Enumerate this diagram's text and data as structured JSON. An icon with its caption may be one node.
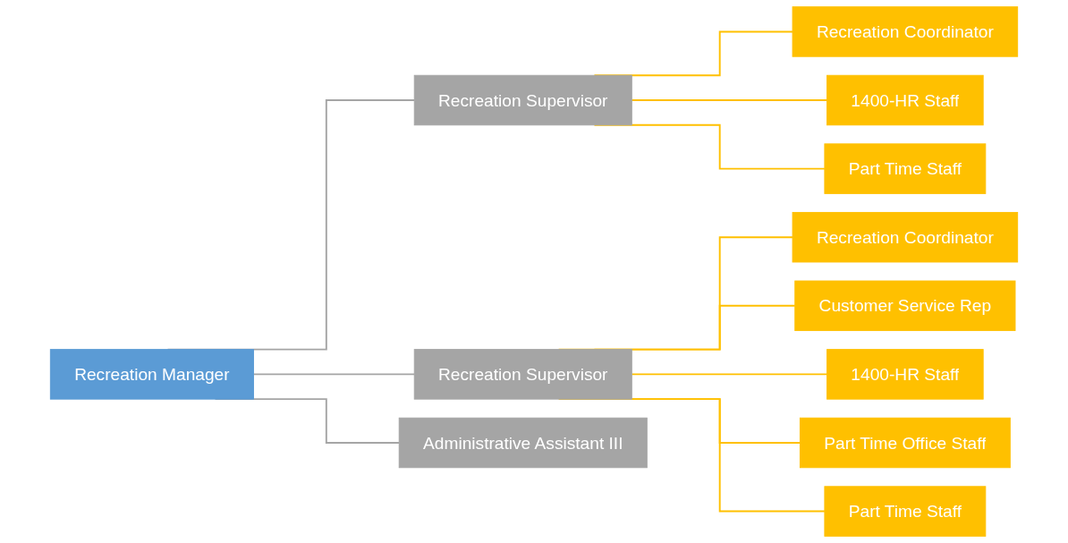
{
  "diagram": {
    "nodes": [
      {
        "text": [
          "Recreation Manager"
        ]
      },
      {
        "text": [
          "Recreation Supervisor"
        ]
      },
      {
        "text": [
          "Recreation Supervisor"
        ]
      },
      {
        "text": [
          "Administrative Assistant III"
        ]
      },
      {
        "text": [
          "Recreation Coordinator"
        ]
      },
      {
        "text": [
          "1400-HR Staff"
        ]
      },
      {
        "text": [
          "Part Time Staff"
        ]
      },
      {
        "text": [
          "Recreation Coordinator"
        ]
      },
      {
        "text": [
          "Customer Service Rep"
        ]
      },
      {
        "text": [
          "1400-HR Staff"
        ]
      },
      {
        "text": [
          "Part Time Office Staff"
        ]
      },
      {
        "text": [
          "Part Time Staff"
        ]
      }
    ],
    "edges": [
      {
        "from": 0,
        "to": 1,
        "arrow": "none",
        "color": "#a5a5a5"
      },
      {
        "from": 0,
        "to": 2,
        "arrow": "none",
        "color": "#a5a5a5"
      },
      {
        "from": 0,
        "to": 3,
        "arrow": "none",
        "color": "#a5a5a5"
      },
      {
        "from": 1,
        "to": 4,
        "arrow": "none"
      },
      {
        "from": 1,
        "to": 5,
        "arrow": "none"
      },
      {
        "from": 1,
        "to": 6,
        "arrow": "none"
      },
      {
        "from": 2,
        "to": 7,
        "arrow": "none"
      },
      {
        "from": 2,
        "to": 8,
        "arrow": "none"
      },
      {
        "from": 2,
        "to": 9,
        "arrow": "none"
      },
      {
        "from": 2,
        "to": 10,
        "arrow": "none"
      },
      {
        "from": 2,
        "to": 11,
        "arrow": "none"
      }
    ]
  }
}
